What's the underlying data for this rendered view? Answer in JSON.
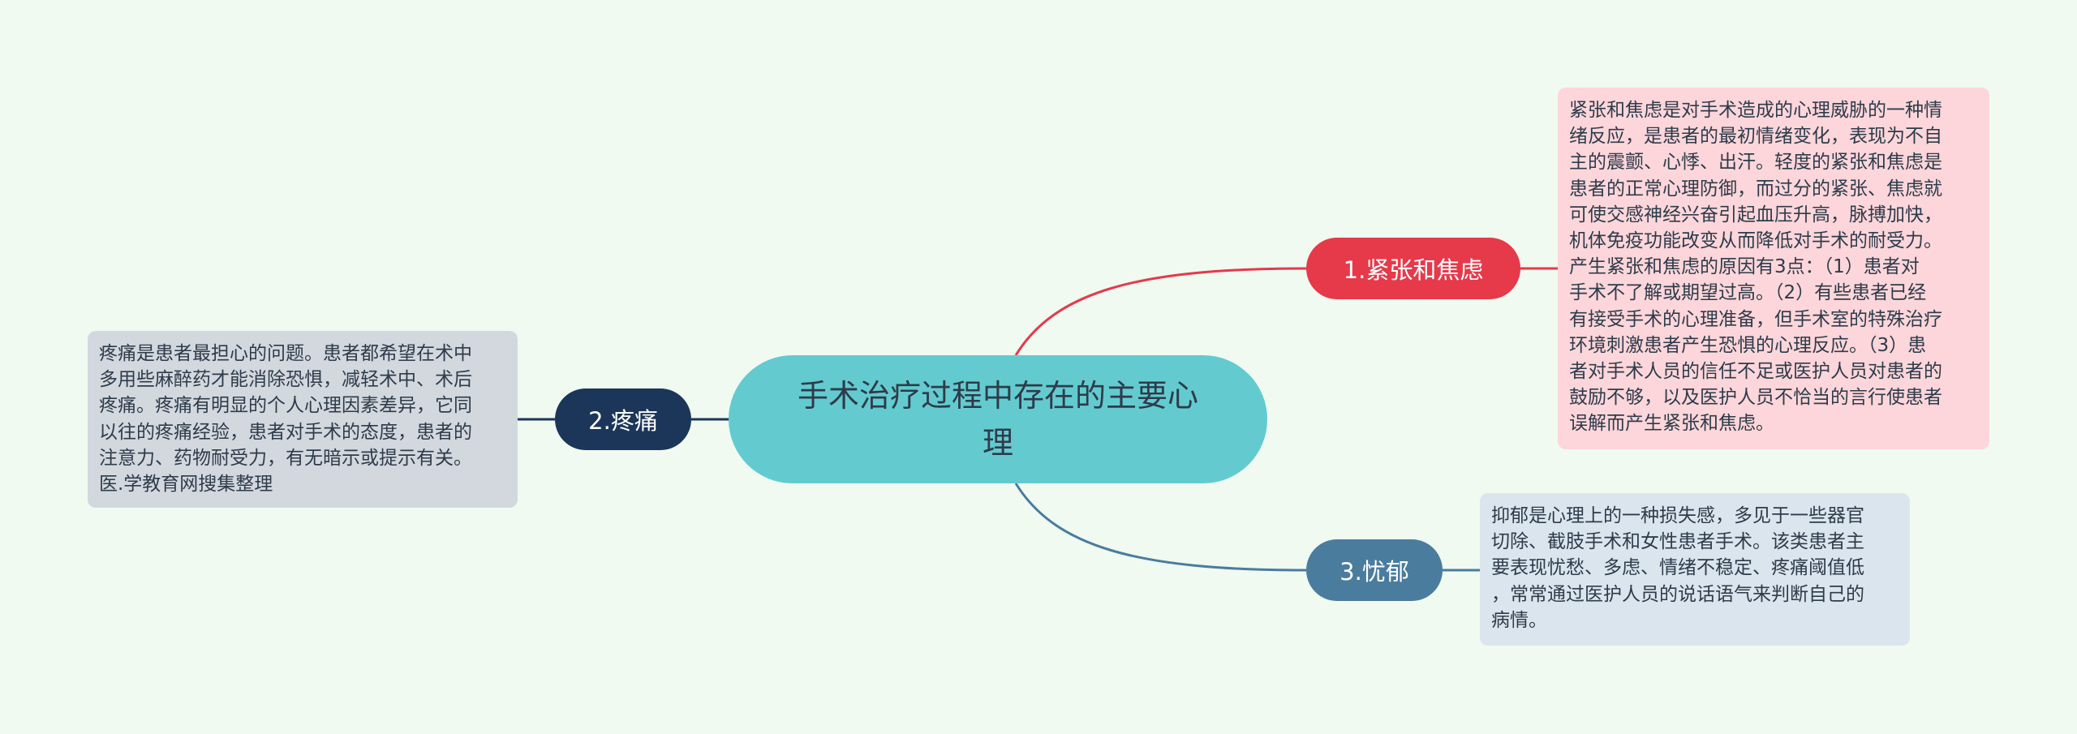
{
  "central": {
    "title": "手术治疗过程中存在的主要心理"
  },
  "branches": [
    {
      "label": "1.紧张和焦虑",
      "color": "#e6394a",
      "detail": "紧张和焦虑是对手术造成的心理威胁的一种情\n绪反应，是患者的最初情绪变化，表现为不自\n主的震颤、心悸、出汗。轻度的紧张和焦虑是\n患者的正常心理防御，而过分的紧张、焦虑就\n可使交感神经兴奋引起血压升高，脉搏加快，\n机体免疫功能改变从而降低对手术的耐受力。\n产生紧张和焦虑的原因有3点：（1）患者对\n手术不了解或期望过高。（2）有些患者已经\n有接受手术的心理准备，但手术室的特殊治疗\n环境刺激患者产生恐惧的心理反应。（3）患\n者对手术人员的信任不足或医护人员对患者的\n鼓励不够，以及医护人员不恰当的言行使患者\n误解而产生紧张和焦虑。",
      "detail_color": "#fcd6da"
    },
    {
      "label": "2.疼痛",
      "color": "#1c3659",
      "detail": "疼痛是患者最担心的问题。患者都希望在术中\n多用些麻醉药才能消除恐惧，减轻术中、术后\n疼痛。疼痛有明显的个人心理因素差异，它同\n以往的疼痛经验，患者对手术的态度，患者的\n注意力、药物耐受力，有无暗示或提示有关。\n医.学教育网搜集整理",
      "detail_color": "#d3d8de"
    },
    {
      "label": "3.忧郁",
      "color": "#4a7c9e",
      "detail": "抑郁是心理上的一种损失感，多见于一些器官\n切除、截肢手术和女性患者手术。该类患者主\n要表现忧愁、多虑、情绪不稳定、疼痛阈值低\n，常常通过医护人员的说话语气来判断自己的\n病情。",
      "detail_color": "#dbe5ed"
    }
  ],
  "colors": {
    "background": "#f0faf1",
    "central": "#63cbcf"
  }
}
